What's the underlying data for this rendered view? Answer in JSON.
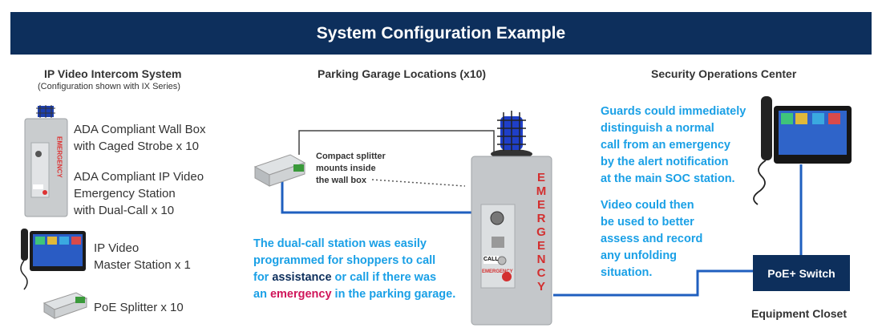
{
  "banner": {
    "title": "System Configuration Example"
  },
  "left": {
    "heading": "IP Video Intercom System",
    "subheading": "(Configuration shown with IX Series)",
    "items": [
      {
        "line1": "ADA Compliant Wall Box",
        "line2": "with Caged Strobe x 10"
      },
      {
        "line1": "ADA Compliant IP Video",
        "line2": "Emergency Station",
        "line3": "with Dual-Call x 10"
      },
      {
        "line1": "IP Video",
        "line2": "Master Station x 1"
      },
      {
        "line1": "PoE Splitter x 10"
      }
    ]
  },
  "middle": {
    "heading": "Parking Garage Locations (x10)",
    "splitter_note": [
      "Compact splitter",
      "mounts inside",
      "the wall box"
    ],
    "dual_call": {
      "line1": "The dual-call station was easily",
      "line2": "programmed for shoppers to call",
      "line3_a": "for ",
      "line3_b": "assistance",
      "line3_c": " or call if there was",
      "line4_a": "an ",
      "line4_b": "emergency",
      "line4_c": " in the parking garage."
    },
    "station_text": "EMERGENCY",
    "call_label": "CALL",
    "emergency_label": "EMERGENCY"
  },
  "right": {
    "heading": "Security Operations Center",
    "para1": [
      "Guards could immediately",
      "distinguish a normal",
      "call from an emergency",
      "by the alert notification",
      "at the main SOC station."
    ],
    "para2": [
      "Video could then",
      "be used to better",
      "assess and record",
      "any unfolding",
      "situation."
    ],
    "switch_label": "PoE+ Switch",
    "closet_label": "Equipment Closet"
  },
  "colors": {
    "navy": "#0d2f5c",
    "accent_blue": "#1aa0e6",
    "emergency_red": "#d0165a",
    "cable_blue": "#1f5fbf"
  }
}
